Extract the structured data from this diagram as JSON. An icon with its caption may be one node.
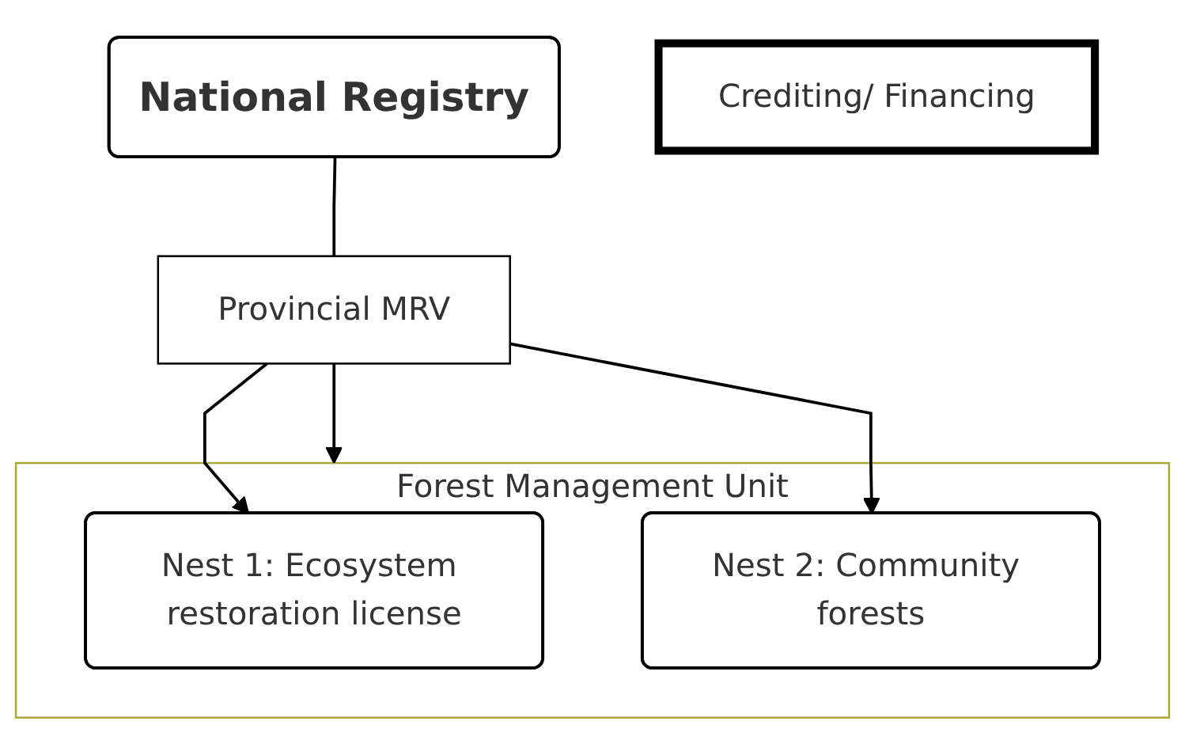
{
  "diagram": {
    "nodes": [
      {
        "text": [
          "National Registry"
        ]
      },
      {
        "text": [
          "Crediting/ Financing"
        ]
      },
      {
        "text": [
          "Provincial MRV"
        ]
      },
      {
        "text": [
          "Forest Management Unit"
        ]
      },
      {
        "text": [
          "Nest 1: Ecosystem restoration license"
        ],
        "in": 3
      },
      {
        "text": [
          "Nest 2: Community forests"
        ],
        "in": 3
      }
    ],
    "edges": [
      {
        "from": 0,
        "to": 2,
        "arrow": "none"
      },
      {
        "from": 2,
        "to": 4,
        "arrow": "to"
      },
      {
        "from": 2,
        "to": 3,
        "arrow": "to"
      },
      {
        "from": 2,
        "to": 5,
        "arrow": "to"
      }
    ]
  }
}
